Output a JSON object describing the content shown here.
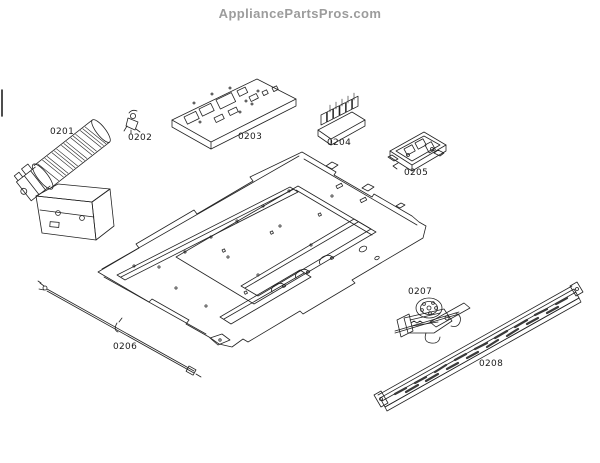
{
  "header": {
    "title": "AppliancePartsPros.com"
  },
  "diagram": {
    "parts": [
      {
        "label": "0201",
        "kind": "tangential-blower-with-mounting-bracket"
      },
      {
        "label": "0202",
        "kind": "small-holder-clip"
      },
      {
        "label": "0203",
        "kind": "control-module-circuit-board"
      },
      {
        "label": "0204",
        "kind": "terminal-connector-strip"
      },
      {
        "label": "0205",
        "kind": "relay-module"
      },
      {
        "label": "0206",
        "kind": "lock-rod"
      },
      {
        "label": "0207",
        "kind": "door-lock-drive-assembly"
      },
      {
        "label": "0208",
        "kind": "slotted-side-rail"
      }
    ],
    "colors": {
      "background": "#ffffff",
      "line_art": "#222222",
      "part_label": "#1a1a1a",
      "header_text": "#9c9c9c"
    }
  }
}
